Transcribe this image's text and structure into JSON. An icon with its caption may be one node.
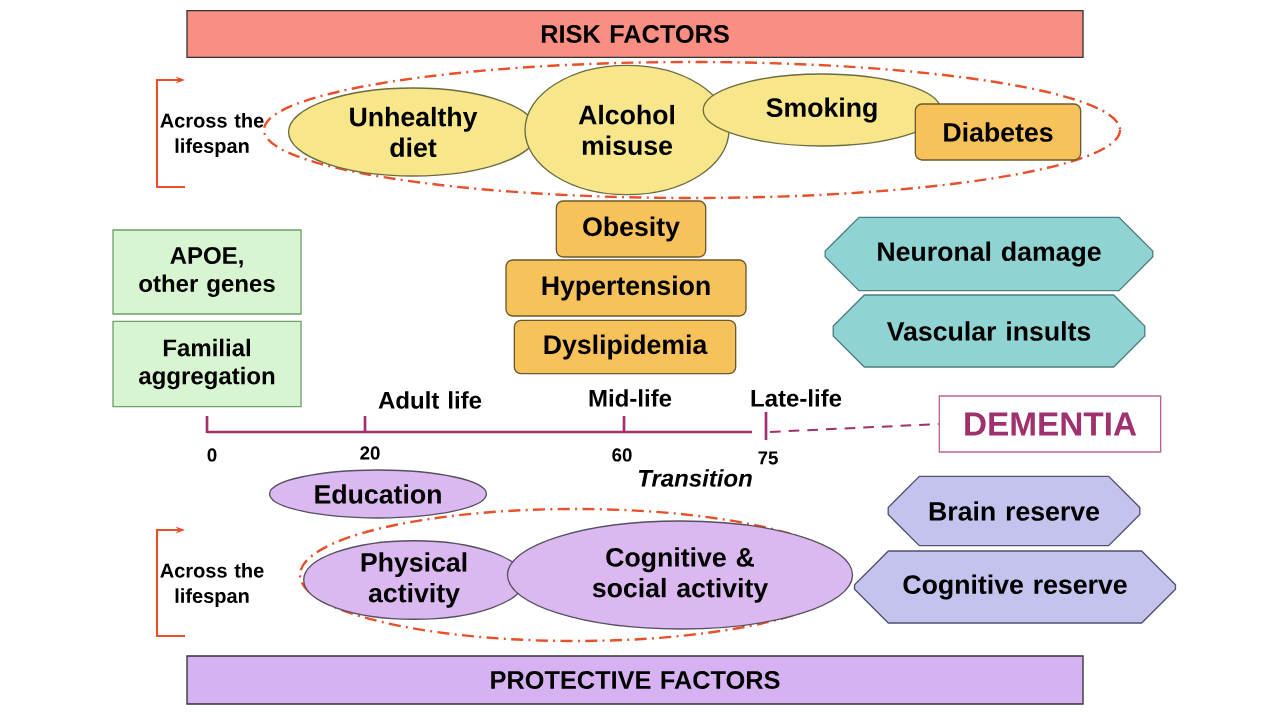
{
  "diagram": {
    "nodes": [
      {
        "text": [
          "RISK FACTORS"
        ]
      },
      {
        "text": [
          "Unhealthy diet"
        ]
      },
      {
        "text": [
          "Alcohol misuse"
        ]
      },
      {
        "text": [
          "Smoking"
        ]
      },
      {
        "text": [
          "Diabetes"
        ]
      },
      {
        "text": [
          "Obesity"
        ]
      },
      {
        "text": [
          "Hypertension"
        ]
      },
      {
        "text": [
          "Dyslipidemia"
        ]
      },
      {
        "text": [
          "APOE, other genes"
        ]
      },
      {
        "text": [
          "Familial aggregation"
        ]
      },
      {
        "text": [
          "Neuronal damage"
        ]
      },
      {
        "text": [
          "Vascular insults"
        ]
      },
      {
        "text": [
          "DEMENTIA"
        ]
      },
      {
        "text": [
          "Education"
        ]
      },
      {
        "text": [
          "Physical activity"
        ]
      },
      {
        "text": [
          "Cognitive & social activity"
        ]
      },
      {
        "text": [
          "Brain reserve"
        ]
      },
      {
        "text": [
          "Cognitive reserve"
        ]
      },
      {
        "text": [
          "PROTECTIVE FACTORS"
        ]
      }
    ],
    "edges": [
      {
        "from": null,
        "to": 12,
        "arrow": "none",
        "style": "dashed"
      }
    ],
    "labels": [
      "Across the lifespan",
      "Adult life",
      "Mid-life",
      "Late-life",
      "0",
      "20",
      "60",
      "75",
      "Transition",
      "Across the lifespan"
    ]
  }
}
